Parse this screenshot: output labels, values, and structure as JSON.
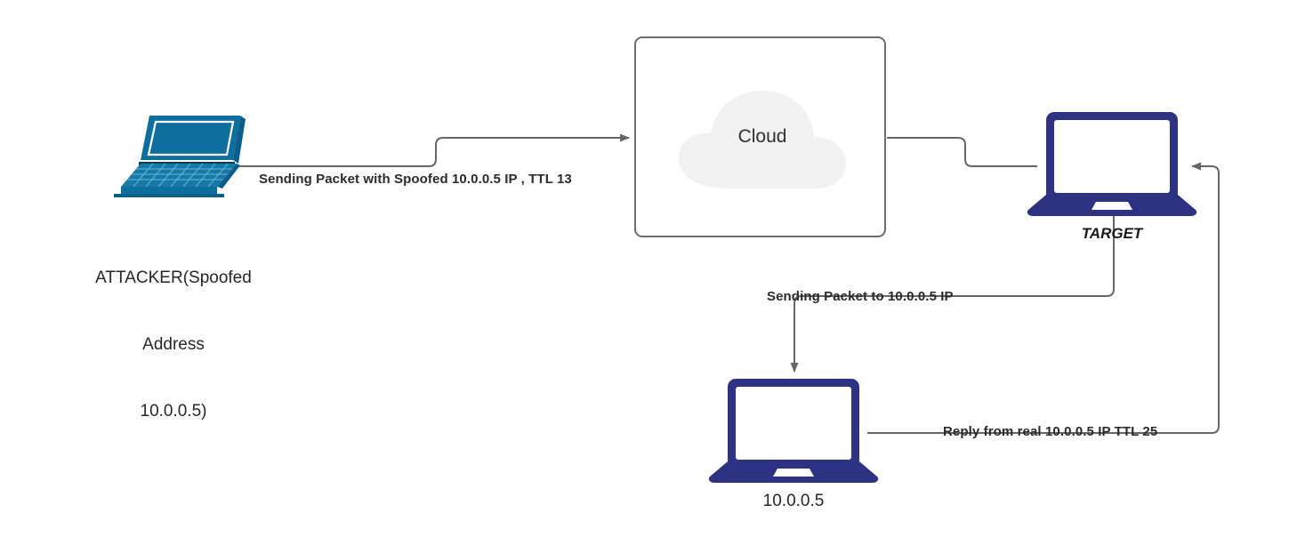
{
  "diagram": {
    "title": "IP Spoofing Attack Flow",
    "background": "#ffffff",
    "wire_color": "#666666",
    "navy_color": "#2d3282",
    "attacker_color": "#0e6e9e",
    "cloud_fill": "#f1f1f1",
    "box_border": "#6d6d6d"
  },
  "nodes": {
    "attacker": {
      "icon": "laptop-isometric-icon",
      "label_lines": [
        "ATTACKER(Spoofed",
        "Address",
        "10.0.0.5)"
      ]
    },
    "cloud": {
      "icon": "cloud-icon",
      "label": "Cloud"
    },
    "target": {
      "icon": "laptop-icon",
      "label": "TARGET"
    },
    "victim": {
      "icon": "laptop-icon",
      "label": "10.0.0.5"
    }
  },
  "edges": [
    {
      "id": "attacker-to-cloud",
      "label": "Sending Packet with Spoofed 10.0.0.5 IP , TTL 13",
      "from": "attacker",
      "to": "cloud"
    },
    {
      "id": "target-to-victim",
      "label": "Sending Packet to 10.0.0.5 IP",
      "from": "target",
      "to": "victim"
    },
    {
      "id": "victim-to-target",
      "label": "Reply from real 10.0.0.5 IP TTL 25",
      "from": "victim",
      "to": "target"
    },
    {
      "id": "cloud-to-target",
      "label": "",
      "from": "cloud",
      "to": "target"
    }
  ]
}
